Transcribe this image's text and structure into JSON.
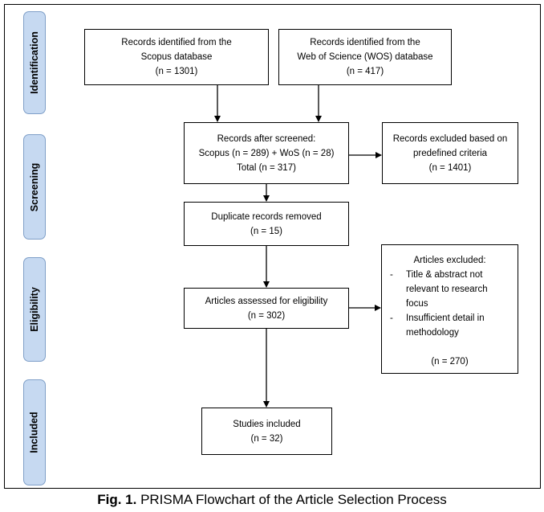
{
  "phases": {
    "identification": "Identification",
    "screening": "Screening",
    "eligibility": "Eligibility",
    "included": "Included"
  },
  "boxes": {
    "scopus": {
      "line1": "Records identified from the",
      "line2": "Scopus database",
      "count": "(n = 1301)"
    },
    "wos": {
      "line1": "Records identified from the",
      "line2": "Web of Science (WOS) database",
      "count": "(n = 417)"
    },
    "screened": {
      "line1": "Records after screened:",
      "line2": "Scopus (n = 289) + WoS (n = 28)",
      "line3": "Total (n = 317)"
    },
    "excluded_criteria": {
      "line1": "Records excluded based on",
      "line2": "predefined criteria",
      "count": "(n = 1401)"
    },
    "duplicates": {
      "line1": "Duplicate records removed",
      "count": "(n = 15)"
    },
    "assessed": {
      "line1": "Articles assessed for eligibility",
      "count": "(n = 302)"
    },
    "articles_excluded": {
      "title": "Articles excluded:",
      "reasons": [
        "Title & abstract not relevant to research focus",
        "Insufficient detail in methodology"
      ],
      "count": "(n = 270)"
    },
    "included": {
      "line1": "Studies included",
      "count": "(n = 32)"
    }
  },
  "caption": {
    "label": "Fig. 1.",
    "text": " PRISMA Flowchart of the Article Selection Process"
  }
}
